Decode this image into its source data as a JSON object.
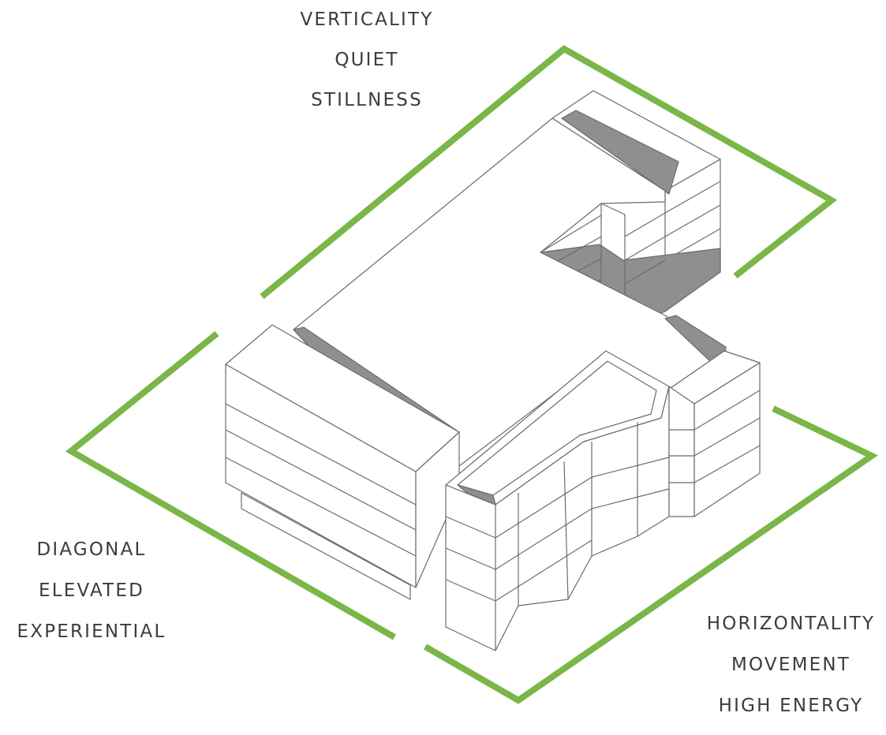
{
  "labels": {
    "top": [
      "VERTICALITY",
      "QUIET",
      "STILLNESS"
    ],
    "left": [
      "DIAGONAL",
      "ELEVATED",
      "EXPERIENTIAL"
    ],
    "right": [
      "HORIZONTALITY",
      "MOVEMENT",
      "HIGH ENERGY"
    ]
  },
  "colors": {
    "frame": "#7ab648",
    "text": "#3c3c3c",
    "line": "#6b6b6b",
    "shade": "#8f8f8f",
    "paper": "#ffffff"
  }
}
